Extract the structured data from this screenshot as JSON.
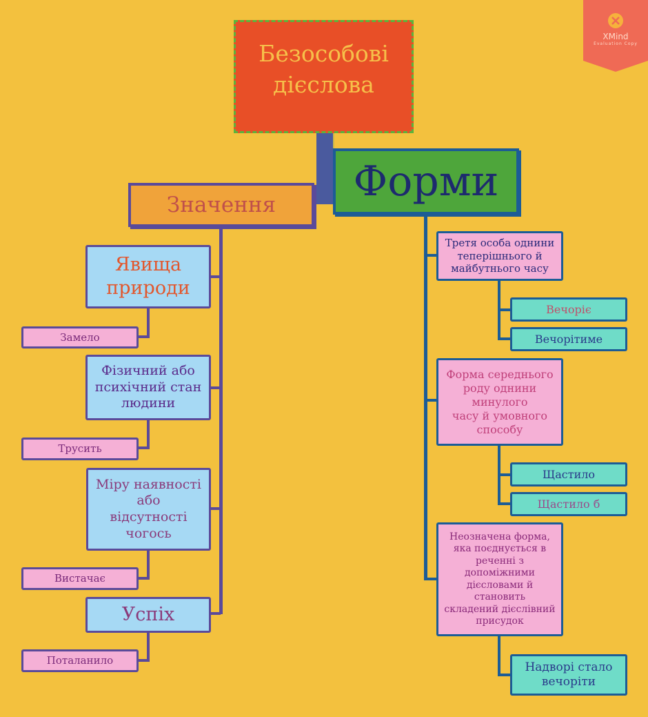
{
  "root": {
    "label": "Безособові\nдієслова"
  },
  "meaning": {
    "label": "Значення",
    "items": [
      {
        "label": "Явища\nприроди",
        "example": "Замело"
      },
      {
        "label": "Фізичний або\nпсихічний стан\nлюдини",
        "example": "Трусить"
      },
      {
        "label": "Міру наявності\nабо\nвідсутності\nчогось",
        "example": "Вистачає"
      },
      {
        "label": "Успіх",
        "example": "Поталанило"
      }
    ]
  },
  "forms": {
    "label": "Форми",
    "items": [
      {
        "label": "Третя особа однини\nтеперішнього й\nмайбутнього часу",
        "examples": [
          "Вечоріє",
          "Вечорітиме"
        ]
      },
      {
        "label": "Форма середнього\nроду однини\nминулого\nчасу й умовного\nспособу",
        "examples": [
          "Щастило",
          "Щастило б"
        ]
      },
      {
        "label": "Неозначена форма,\nяка поєднується в\nреченні з\nдопоміжними\nдієсловами й\nстановить\nскладений дієслівний\nприсудок",
        "examples": [
          "Надворі стало\nвечоріти"
        ]
      }
    ]
  },
  "watermark": {
    "brand": "XMind",
    "note": "Evaluation Copy"
  },
  "colors": {
    "background": "#f3c13e",
    "root": "#e84f27",
    "meaning": "#f0a33a",
    "forms": "#4ea63b",
    "category": "#a6d9f4",
    "example_left": "#f5b0d6",
    "example_right": "#6fdcc8",
    "badge": "#ef6a55"
  }
}
